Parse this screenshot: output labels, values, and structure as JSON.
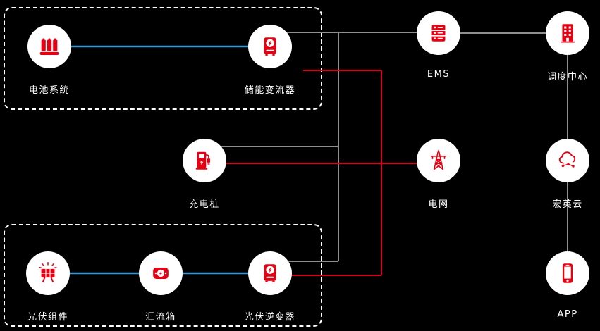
{
  "colors": {
    "background": "#000000",
    "node_fill": "#ffffff",
    "icon_red": "#e60012",
    "line_red": "#d7001d",
    "line_gray": "#8f8f8f",
    "line_blue": "#3b95d0",
    "label_color": "#ffffff",
    "group_border": "#ffffff"
  },
  "nodes": {
    "battery": {
      "label": "电池系统",
      "icon": "battery-cabinet-icon"
    },
    "pcs": {
      "label": "储能变流器",
      "icon": "storage-converter-icon"
    },
    "ems": {
      "label": "EMS",
      "icon": "server-stack-icon"
    },
    "dispatch": {
      "label": "调度中心",
      "icon": "building-icon"
    },
    "charger": {
      "label": "充电桩",
      "icon": "ev-charger-icon"
    },
    "grid": {
      "label": "电网",
      "icon": "transmission-tower-icon"
    },
    "cloud": {
      "label": "宏英云",
      "icon": "cloud-network-icon"
    },
    "pv": {
      "label": "光伏组件",
      "icon": "solar-panel-icon"
    },
    "combiner": {
      "label": "汇流箱",
      "icon": "combiner-box-icon"
    },
    "inverter": {
      "label": "光伏逆变器",
      "icon": "pv-inverter-icon"
    },
    "app": {
      "label": "APP",
      "icon": "smartphone-icon"
    }
  }
}
